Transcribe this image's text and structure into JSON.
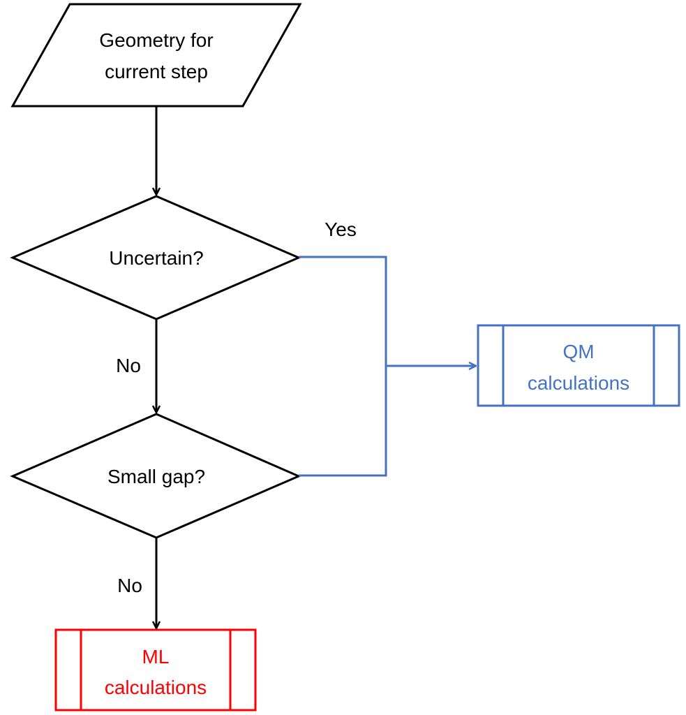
{
  "nodes": {
    "input": {
      "line1": "Geometry for",
      "line2": "current step"
    },
    "uncertain": {
      "label": "Uncertain?"
    },
    "small_gap": {
      "label": "Small gap?"
    },
    "qm": {
      "line1": "QM",
      "line2": "calculations"
    },
    "ml": {
      "line1": "ML",
      "line2": "calculations"
    }
  },
  "edges": {
    "yes_label": "Yes",
    "no_label_1": "No",
    "no_label_2": "No"
  },
  "colors": {
    "default": "#000000",
    "qm_branch": "#4472c4",
    "ml_branch": "#ff0000"
  }
}
